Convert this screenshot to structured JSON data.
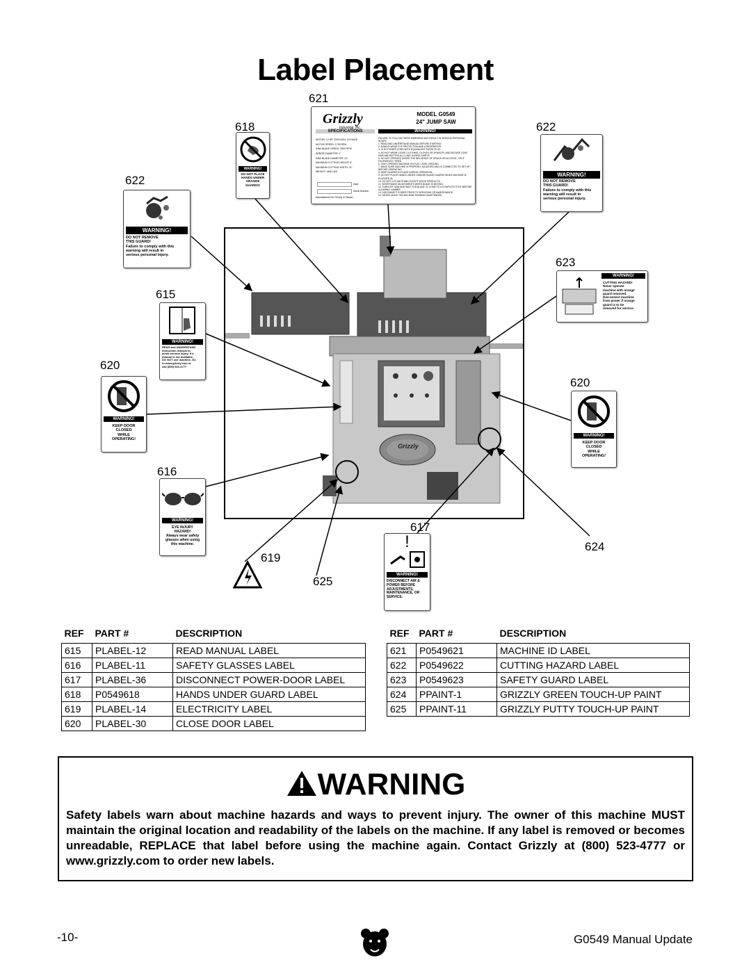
{
  "page_title": "Label Placement",
  "callouts": {
    "c615": "615",
    "c616": "616",
    "c617": "617",
    "c618": "618",
    "c619": "619",
    "c620a": "620",
    "c620b": "620",
    "c621": "621",
    "c622a": "622",
    "c622b": "622",
    "c623": "623",
    "c624": "624",
    "c625": "625"
  },
  "labels": {
    "machine_id": {
      "brand": "Grizzly",
      "brand_sub": "Industrial, Inc.",
      "model": "MODEL G0549",
      "product": "24\" JUMP SAW",
      "specs_header": "SPECIFICATIONS",
      "warning_header": "WARNING!",
      "specs": "MOTOR: 10 HP, 220V/440V, 3-PHASE\nMOTOR SPEED: 1725 RPM\nSAW BLADE SPEED: 2500 RPM\nARBOR DIAMETER: 1\"\nSAW BLADE DIAMETER: 24\"\nMAXIMUM CUTTING HEIGHT: 8\"\nMAXIMUM CUTTING WIDTH: 21\"\nWEIGHT: 1800 LBS.",
      "date_label": "Date",
      "serial_label": "Serial Number",
      "manufactured": "Manufactured for Grizzly in Taiwan",
      "rules": "FAILURE TO FOLLOW THESE WARNINGS MAY RESULT IN SERIOUS PERSONAL INJURY.\n1. READ AND UNDERSTAND MANUAL BEFORE STARTING.\n2. ALWAYS WEAR EYE PROTECTION AND A RESPIRATOR.\n3. IS DO POWER CORD WITH EQUIVALENT RATED PLUG.\n4. DO NOT WEAR LOOSE CLOTHING, GLOVES OR JEWELRY, AND SECURE LONG HAIR AND BUTTON ALL LONG SLEEVE SHIRTS.\n5. DO NOT OPERATE UNDER THE INFLUENCE OF DRUGS OR ALCOHOL, OR IF EXCESSIVELY TIRED.\n6. ONLY OPERATE MACHINE ON FLAT, LEVEL GROUND.\n7. MAKE SURE MACHINE IS PROPERLY ADJUSTED AND IS CONNECTED TO SET UP BEFORE OPERATING.\n8. KEEP GUARDS IN PLACE DURING OPERATION.\n9. DO NOT PLACE HANDS UNDER ORANGE BLADE GUARDS WHILE MACHINE IS PLUGGED IN.\n10. DO NOT CUT ANYTHING EXCEPT WOOD PRODUCTS.\n11. NEVER MAKE ADJUSTMENTS WHEN BLADE IS MOVING.\n12. TURN OFF SAW AND WAIT FOR BLADE TO COME TO A COMPLETE STOP BEFORE CLEARING LUMBER.\n13. DISCONNECT POWER PRIOR TO SERVICING OR MAINTENANCE.\n14. NEVER LEAVE THE MACHINE RUNNING UNATTENDED."
    },
    "l618": {
      "header": "WARNING!",
      "text": "DO NOT PLACE\nHANDS UNDER\nORANGE\nGUARDS!"
    },
    "l622a": {
      "header": "WARNING!",
      "text": "DO NOT REMOVE\nTHIS GUARD!\nFailure to comply with this\nwarning will result in\nserious personal injury."
    },
    "l622b": {
      "header": "WARNING!",
      "text": "DO NOT REMOVE\nTHIS GUARD!\nFailure to comply with this\nwarning will result in\nserious personal injury."
    },
    "l615": {
      "header": "WARNING!",
      "text": "READ and UNDERSTAND\ninstruction manual to\navoid serious injury. If a\nmanual is not available,\nDO NOT use machine. Go\nto www.grizzly.com or\ncall (800) 523-4777"
    },
    "l620a": {
      "header": "WARNING!",
      "text": "KEEP DOOR\nCLOSED\nWHILE\nOPERATING!"
    },
    "l620b": {
      "header": "WARNING!",
      "text": "KEEP DOOR\nCLOSED\nWHILE\nOPERATING!"
    },
    "l623": {
      "header": "WARNING!",
      "text": "CUTTING HAZARD!\nNever operate\nmachine with orange\nguard removed.\nDisconnect machine\nfrom power if orange\nguard is to be\nremoved for service."
    },
    "l616": {
      "header": "WARNING!",
      "text": "EYE INJURY\nHAZARD!\nAlways wear safety\nglasses when using\nthis machine."
    },
    "l617": {
      "header": "WARNING!",
      "text": "DISCONNECT AIR &\nPOWER BEFORE\nADJUSTMENTS,\nMAINTENANCE, OR\nSERVICE."
    }
  },
  "machine": {
    "plate": "Grizzly"
  },
  "table_headers": {
    "ref": "REF",
    "part": "PART #",
    "desc": "DESCRIPTION"
  },
  "left_table": [
    {
      "ref": "615",
      "part": "PLABEL-12",
      "desc": "READ MANUAL LABEL"
    },
    {
      "ref": "616",
      "part": "PLABEL-11",
      "desc": "SAFETY GLASSES LABEL"
    },
    {
      "ref": "617",
      "part": "PLABEL-36",
      "desc": "DISCONNECT POWER-DOOR LABEL"
    },
    {
      "ref": "618",
      "part": "P0549618",
      "desc": "HANDS UNDER GUARD LABEL"
    },
    {
      "ref": "619",
      "part": "PLABEL-14",
      "desc": "ELECTRICITY LABEL"
    },
    {
      "ref": "620",
      "part": "PLABEL-30",
      "desc": "CLOSE DOOR LABEL"
    }
  ],
  "right_table": [
    {
      "ref": "621",
      "part": "P0549621",
      "desc": "MACHINE ID LABEL"
    },
    {
      "ref": "622",
      "part": "P0549622",
      "desc": "CUTTING HAZARD LABEL"
    },
    {
      "ref": "623",
      "part": "P0549623",
      "desc": "SAFETY GUARD LABEL"
    },
    {
      "ref": "624",
      "part": "PPAINT-1",
      "desc": "GRIZZLY GREEN TOUCH-UP PAINT"
    },
    {
      "ref": "625",
      "part": "PPAINT-11",
      "desc": "GRIZZLY PUTTY TOUCH-UP PAINT"
    }
  ],
  "warning": {
    "heading": "WARNING",
    "text": "Safety labels warn about machine hazards and ways to prevent injury. The owner of this machine MUST maintain the original location and readability of the labels on the machine. If any label is removed or becomes unreadable, REPLACE that label before using the machine again. Contact Grizzly at (800) 523-4777 or www.grizzly.com to order new labels."
  },
  "footer": {
    "page_number": "-10-",
    "doc_title": "G0549 Manual Update"
  }
}
